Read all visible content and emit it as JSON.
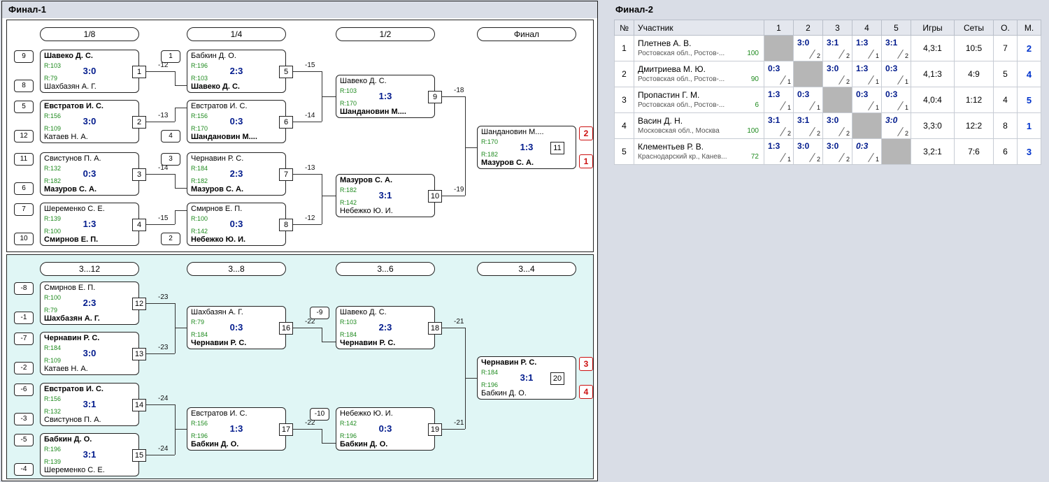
{
  "panel1": {
    "title": "Финал-1",
    "main_rounds": [
      "1/8",
      "1/4",
      "1/2",
      "Финал"
    ],
    "consolation_rounds": [
      "3...12",
      "3...8",
      "3...6",
      "3...4"
    ],
    "matches": [
      {
        "id": "1",
        "bracket": "main",
        "score": "3:0",
        "loser_to": "-12",
        "p1": {
          "seed": "9",
          "name": "Шавеко Д. С.",
          "rating": "R:103",
          "winner": true
        },
        "p2": {
          "seed": "8",
          "name": "Шахбазян А. Г.",
          "rating": "R:79",
          "winner": false
        }
      },
      {
        "id": "2",
        "bracket": "main",
        "score": "3:0",
        "loser_to": "-13",
        "p1": {
          "seed": "5",
          "name": "Евстратов И. С.",
          "rating": "R:156",
          "winner": true
        },
        "p2": {
          "seed": "12",
          "name": "Катаев Н. А.",
          "rating": "R:109",
          "winner": false
        }
      },
      {
        "id": "3",
        "bracket": "main",
        "score": "0:3",
        "loser_to": "-14",
        "p1": {
          "seed": "11",
          "name": "Свистунов П. А.",
          "rating": "R:132",
          "winner": false
        },
        "p2": {
          "seed": "6",
          "name": "Мазуров С. А.",
          "rating": "R:182",
          "winner": true
        }
      },
      {
        "id": "4",
        "bracket": "main",
        "score": "1:3",
        "loser_to": "-15",
        "p1": {
          "seed": "7",
          "name": "Шеременко С. Е.",
          "rating": "R:139",
          "winner": false
        },
        "p2": {
          "seed": "10",
          "name": "Смирнов Е. П.",
          "rating": "R:100",
          "winner": true
        }
      },
      {
        "id": "5",
        "bracket": "main",
        "score": "2:3",
        "loser_to": "-15",
        "p1": {
          "seed": "1",
          "name": "Бабкин Д. О.",
          "rating": "R:196",
          "winner": false
        },
        "p2": {
          "name": "Шавеко Д. С.",
          "rating": "R:103",
          "winner": true
        }
      },
      {
        "id": "6",
        "bracket": "main",
        "score": "0:3",
        "loser_to": "-14",
        "p1": {
          "name": "Евстратов И. С.",
          "rating": "R:156",
          "winner": false
        },
        "p2": {
          "seed": "4",
          "name": "Шандановин М....",
          "rating": "R:170",
          "winner": true
        }
      },
      {
        "id": "7",
        "bracket": "main",
        "score": "2:3",
        "loser_to": "-13",
        "p1": {
          "seed": "3",
          "name": "Чернавин Р. С.",
          "rating": "R:184",
          "winner": false
        },
        "p2": {
          "name": "Мазуров С. А.",
          "rating": "R:182",
          "winner": true
        }
      },
      {
        "id": "8",
        "bracket": "main",
        "score": "0:3",
        "loser_to": "-12",
        "p1": {
          "name": "Смирнов Е. П.",
          "rating": "R:100",
          "winner": false
        },
        "p2": {
          "seed": "2",
          "name": "Небежко Ю. И.",
          "rating": "R:142",
          "winner": true
        }
      },
      {
        "id": "9",
        "bracket": "main",
        "score": "1:3",
        "loser_to": "-18",
        "p1": {
          "name": "Шавеко Д. С.",
          "rating": "R:103",
          "winner": false
        },
        "p2": {
          "name": "Шандановин М....",
          "rating": "R:170",
          "winner": true
        }
      },
      {
        "id": "10",
        "bracket": "main",
        "score": "3:1",
        "loser_to": "-19",
        "p1": {
          "name": "Мазуров С. А.",
          "rating": "R:182",
          "winner": true
        },
        "p2": {
          "name": "Небежко Ю. И.",
          "rating": "R:142",
          "winner": false
        }
      },
      {
        "id": "11",
        "bracket": "main",
        "score": "1:3",
        "places": [
          "2",
          "1"
        ],
        "p1": {
          "name": "Шандановин М....",
          "rating": "R:170",
          "winner": false
        },
        "p2": {
          "name": "Мазуров С. А.",
          "rating": "R:182",
          "winner": true
        }
      },
      {
        "id": "12",
        "bracket": "cons",
        "score": "2:3",
        "loser_to": "-23",
        "p1": {
          "seed": "-8",
          "name": "Смирнов Е. П.",
          "rating": "R:100",
          "winner": false
        },
        "p2": {
          "seed": "-1",
          "name": "Шахбазян А. Г.",
          "rating": "R:79",
          "winner": true
        }
      },
      {
        "id": "13",
        "bracket": "cons",
        "score": "3:0",
        "loser_to": "-23",
        "p1": {
          "seed": "-7",
          "name": "Чернавин Р. С.",
          "rating": "R:184",
          "winner": true
        },
        "p2": {
          "seed": "-2",
          "name": "Катаев Н. А.",
          "rating": "R:109",
          "winner": false
        }
      },
      {
        "id": "14",
        "bracket": "cons",
        "score": "3:1",
        "loser_to": "-24",
        "p1": {
          "seed": "-6",
          "name": "Евстратов И. С.",
          "rating": "R:156",
          "winner": true
        },
        "p2": {
          "seed": "-3",
          "name": "Свистунов П. А.",
          "rating": "R:132",
          "winner": false
        }
      },
      {
        "id": "15",
        "bracket": "cons",
        "score": "3:1",
        "loser_to": "-24",
        "p1": {
          "seed": "-5",
          "name": "Бабкин Д. О.",
          "rating": "R:196",
          "winner": true
        },
        "p2": {
          "seed": "-4",
          "name": "Шеременко С. Е.",
          "rating": "R:139",
          "winner": false
        }
      },
      {
        "id": "16",
        "bracket": "cons",
        "score": "0:3",
        "loser_to": "-22",
        "p1": {
          "name": "Шахбазян А. Г.",
          "rating": "R:79",
          "winner": false
        },
        "p2": {
          "name": "Чернавин Р. С.",
          "rating": "R:184",
          "winner": true
        }
      },
      {
        "id": "17",
        "bracket": "cons",
        "score": "1:3",
        "loser_to": "-22",
        "p1": {
          "name": "Евстратов И. С.",
          "rating": "R:156",
          "winner": false
        },
        "p2": {
          "name": "Бабкин Д. О.",
          "rating": "R:196",
          "winner": true
        }
      },
      {
        "id": "18",
        "bracket": "cons",
        "score": "2:3",
        "loser_to": "-21",
        "p1": {
          "seed": "-9",
          "name": "Шавеко Д. С.",
          "rating": "R:103",
          "winner": false
        },
        "p2": {
          "name": "Чернавин Р. С.",
          "rating": "R:184",
          "winner": true
        }
      },
      {
        "id": "19",
        "bracket": "cons",
        "score": "0:3",
        "loser_to": "-21",
        "p1": {
          "seed": "-10",
          "name": "Небежко Ю. И.",
          "rating": "R:142",
          "winner": false
        },
        "p2": {
          "name": "Бабкин Д. О.",
          "rating": "R:196",
          "winner": true
        }
      },
      {
        "id": "20",
        "bracket": "cons",
        "score": "3:1",
        "places": [
          "3",
          "4"
        ],
        "p1": {
          "name": "Чернавин Р. С.",
          "rating": "R:184",
          "winner": true
        },
        "p2": {
          "name": "Бабкин Д. О.",
          "rating": "R:196",
          "winner": false
        }
      }
    ]
  },
  "panel2": {
    "title": "Финал-2",
    "columns": [
      "№",
      "Участник",
      "1",
      "2",
      "3",
      "4",
      "5",
      "Игры",
      "Сеты",
      "О.",
      "М."
    ],
    "players": [
      {
        "num": "1",
        "name": "Плетнев А. В.",
        "region": "Ростовская обл., Ростов-...",
        "rating": "100",
        "results": [
          null,
          {
            "score": "3:0",
            "pts": "2"
          },
          {
            "score": "3:1",
            "pts": "2"
          },
          {
            "score": "1:3",
            "pts": "1"
          },
          {
            "score": "3:1",
            "pts": "2"
          }
        ],
        "games": "4,3:1",
        "sets": "10:5",
        "points": "7",
        "place": "2"
      },
      {
        "num": "2",
        "name": "Дмитриева М. Ю.",
        "region": "Ростовская обл., Ростов-...",
        "rating": "90",
        "results": [
          {
            "score": "0:3",
            "pts": "1"
          },
          null,
          {
            "score": "3:0",
            "pts": "2"
          },
          {
            "score": "1:3",
            "pts": "1"
          },
          {
            "score": "0:3",
            "pts": "1"
          }
        ],
        "games": "4,1:3",
        "sets": "4:9",
        "points": "5",
        "place": "4"
      },
      {
        "num": "3",
        "name": "Пропастин Г. М.",
        "region": "Ростовская обл., Ростов-...",
        "rating": "6",
        "results": [
          {
            "score": "1:3",
            "pts": "1"
          },
          {
            "score": "0:3",
            "pts": "1"
          },
          null,
          {
            "score": "0:3",
            "pts": "1"
          },
          {
            "score": "0:3",
            "pts": "1"
          }
        ],
        "games": "4,0:4",
        "sets": "1:12",
        "points": "4",
        "place": "5"
      },
      {
        "num": "4",
        "name": "Васин Д. Н.",
        "region": "Московская обл., Москва",
        "rating": "100",
        "results": [
          {
            "score": "3:1",
            "pts": "2"
          },
          {
            "score": "3:1",
            "pts": "2"
          },
          {
            "score": "3:0",
            "pts": "2"
          },
          null,
          {
            "score": "3:0",
            "pts": "2",
            "italic": true
          }
        ],
        "games": "3,3:0",
        "sets": "12:2",
        "points": "8",
        "place": "1"
      },
      {
        "num": "5",
        "name": "Клементьев Р. В.",
        "region": "Краснодарский кр., Канев...",
        "rating": "72",
        "results": [
          {
            "score": "1:3",
            "pts": "1"
          },
          {
            "score": "3:0",
            "pts": "2"
          },
          {
            "score": "3:0",
            "pts": "2"
          },
          {
            "score": "0:3",
            "pts": "1",
            "italic": true
          },
          null
        ],
        "games": "3,2:1",
        "sets": "7:6",
        "points": "6",
        "place": "3"
      }
    ]
  }
}
